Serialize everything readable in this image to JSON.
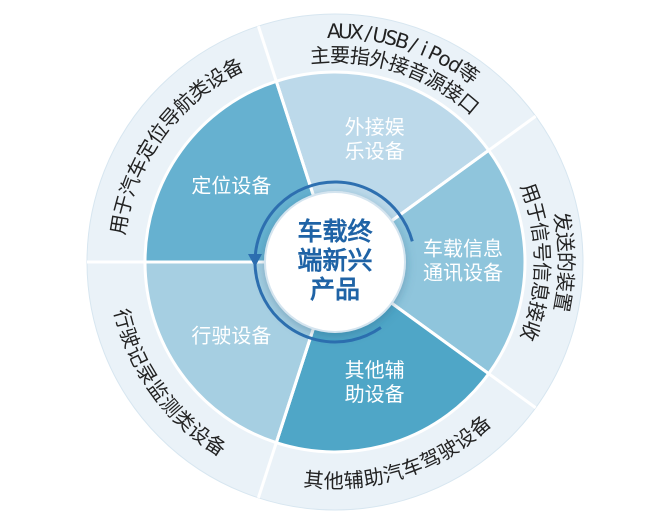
{
  "center": {
    "lines": [
      "车载终",
      "端新兴",
      "产品"
    ]
  },
  "sectors": [
    {
      "name": "external-entertainment",
      "label_lines": [
        "外接娱",
        "乐设备"
      ],
      "color": "#bcd9ea"
    },
    {
      "name": "telematics",
      "label_lines": [
        "车载信息",
        "通讯设备"
      ],
      "color": "#8fc5dc"
    },
    {
      "name": "other-assist",
      "label_lines": [
        "其他辅",
        "助设备"
      ],
      "color": "#4fa6c7"
    },
    {
      "name": "driving",
      "label_lines": [
        "行驶设备"
      ],
      "color": "#a6cfe2"
    },
    {
      "name": "positioning",
      "label_lines": [
        "定位设备"
      ],
      "color": "#66b1d0"
    }
  ],
  "outer_ring": {
    "color": "#eaf2f8",
    "texts": [
      {
        "name": "external-entertainment",
        "lines": [
          "主要指外接音源接口",
          "AUX/USB/iPod等"
        ]
      },
      {
        "name": "telematics",
        "lines": [
          "用于信号信息接收",
          "发送的装置"
        ]
      },
      {
        "name": "other-assist",
        "lines": [
          "其他辅助汽车驾驶设备"
        ]
      },
      {
        "name": "driving",
        "lines": [
          "行驶记录监测类设备"
        ]
      },
      {
        "name": "positioning",
        "lines": [
          "用于汽车定位导航类设备"
        ]
      }
    ]
  },
  "colors": {
    "center_fill": "#ffffff",
    "center_ring": "#2d6fb0",
    "center_text": "#1f63a6",
    "divider": "#ffffff"
  }
}
